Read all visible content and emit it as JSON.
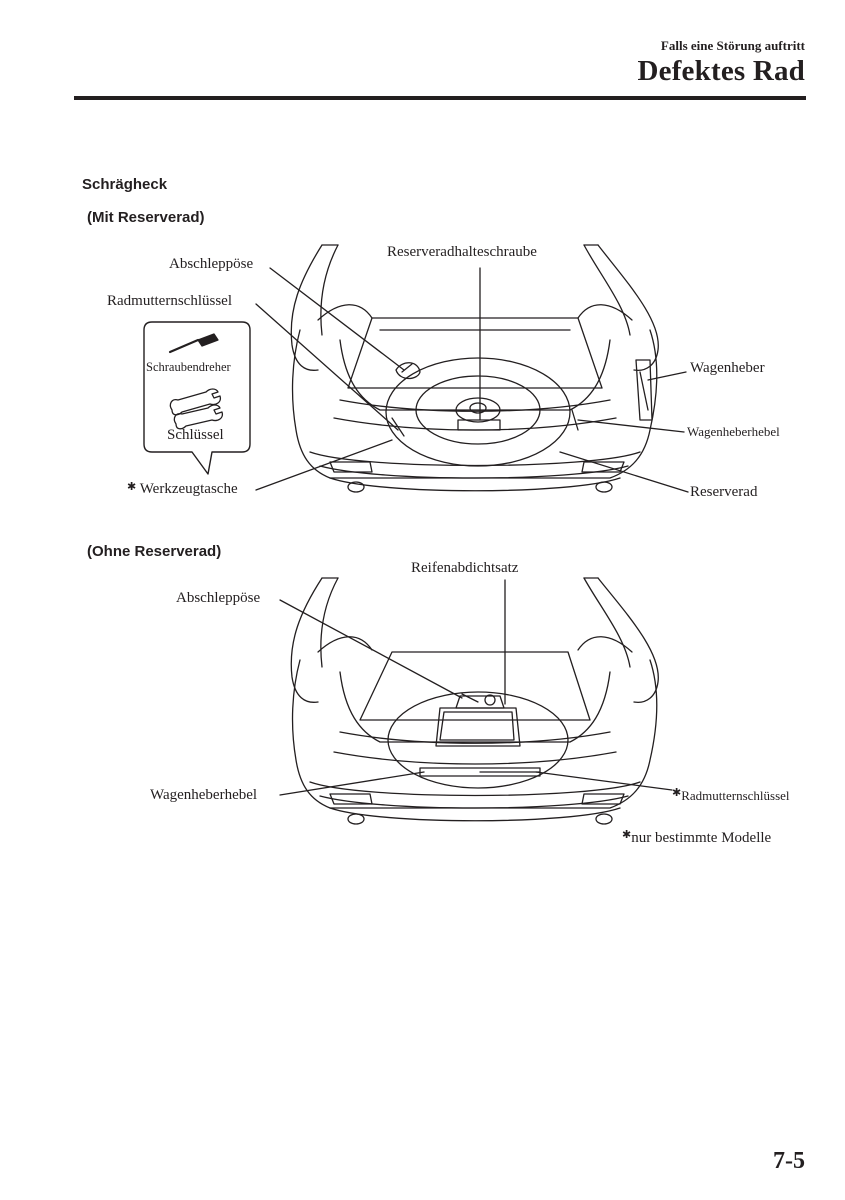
{
  "header": {
    "section": "Falls eine Störung auftritt",
    "title": "Defektes Rad"
  },
  "content": {
    "heading": "Schrägheck",
    "fig1": {
      "subheading": "(Mit Reserverad)",
      "labels": {
        "abschleppoese": "Abschleppöse",
        "radmutternschluessel": "Radmutternschlüssel",
        "reserveradhalteschraube": "Reserveradhalteschraube",
        "wagenheber": "Wagenheber",
        "wagenheberhebel": "Wagenheberhebel",
        "reserverad": "Reserverad",
        "werkzeugtasche": "Werkzeugtasche",
        "asterisk": "✱"
      },
      "callout": {
        "schraubendreher": "Schraubendreher",
        "schluessel": "Schlüssel"
      }
    },
    "fig2": {
      "subheading": "(Ohne Reserverad)",
      "labels": {
        "reifenabdichtsatz": "Reifenabdichtsatz",
        "abschleppoese": "Abschleppöse",
        "wagenheberhebel": "Wagenheberhebel",
        "radmutternschluessel": "Radmutternschlüssel",
        "asterisk": "✱"
      },
      "note": {
        "asterisk": "✱",
        "text": "nur bestimmte Modelle"
      }
    }
  },
  "footer": {
    "page_number": "7-5"
  }
}
